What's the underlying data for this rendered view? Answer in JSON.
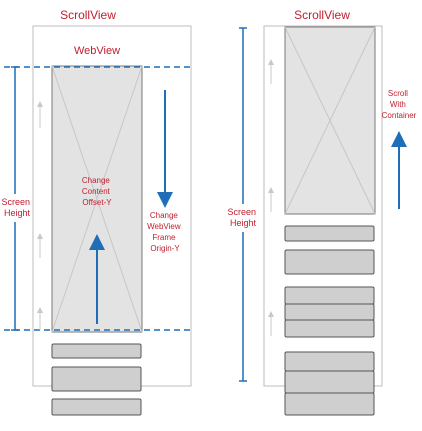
{
  "left_panel": {
    "scrollview_label": "ScrollView",
    "webview_label": "WebView",
    "screen_height_label": [
      "Screen",
      "Height"
    ],
    "change_content_label": [
      "Change",
      "Content",
      "Offset-Y"
    ],
    "change_frame_label": [
      "Change",
      "WebView",
      "Frame",
      "Origin-Y"
    ]
  },
  "right_panel": {
    "scrollview_label": "ScrollView",
    "screen_height_label": [
      "Screen",
      "Height"
    ],
    "scroll_label": [
      "Scroll",
      "With",
      "Container"
    ]
  },
  "colors": {
    "label_red": "#c0202e",
    "arrow_blue": "#1f6fb8",
    "panel_gray": "#d9d9d9",
    "border_gray": "#bdbdbd",
    "dark_border": "#555555"
  }
}
